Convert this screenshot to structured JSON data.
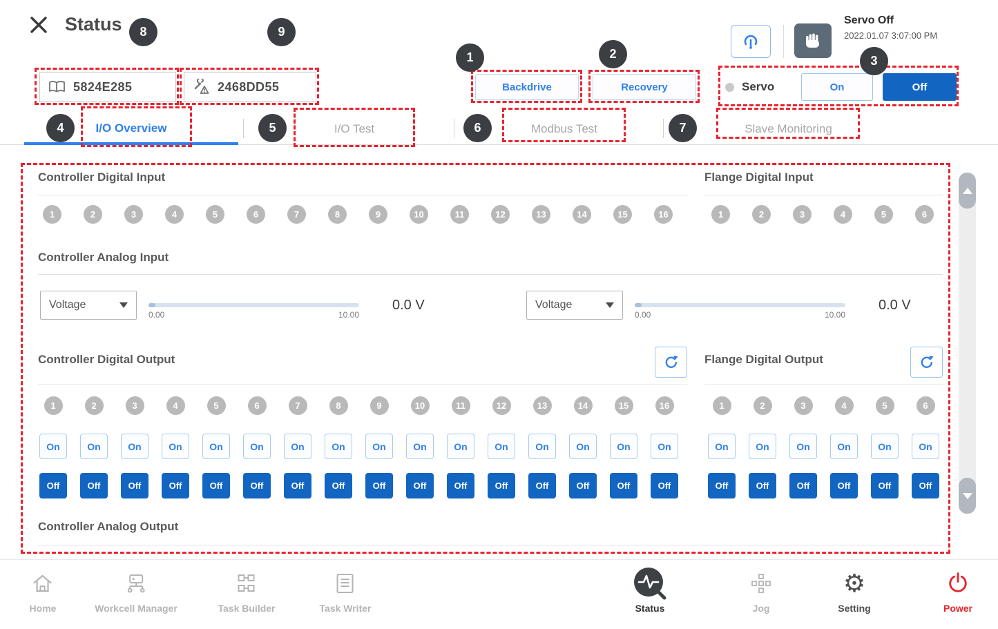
{
  "colors": {
    "accent": "#2f80ed",
    "accent_solid": "#1266c2",
    "anno": "#e8232e",
    "indicator": "#b9b9b9"
  },
  "header": {
    "title": "Status",
    "servo_state": "Servo Off",
    "timestamp": "2022.01.07 3:07:00 PM"
  },
  "toolbar": {
    "robot_serial": "5824E285",
    "tool_serial": "2468DD55",
    "backdrive": "Backdrive",
    "recovery": "Recovery",
    "servo": "Servo",
    "on": "On",
    "off": "Off"
  },
  "tabs": {
    "io_overview": "I/O Overview",
    "io_test": "I/O Test",
    "modbus_test": "Modbus Test",
    "slave_monitoring": "Slave Monitoring"
  },
  "annotations": {
    "n1": "1",
    "n2": "2",
    "n3": "3",
    "n4": "4",
    "n5": "5",
    "n6": "6",
    "n7": "7",
    "n8": "8",
    "n9": "9"
  },
  "io": {
    "on_label": "On",
    "off_label": "Off",
    "controller_digital_input": {
      "title": "Controller Digital Input",
      "channels": [
        "1",
        "2",
        "3",
        "4",
        "5",
        "6",
        "7",
        "8",
        "9",
        "10",
        "11",
        "12",
        "13",
        "14",
        "15",
        "16"
      ]
    },
    "flange_digital_input": {
      "title": "Flange Digital Input",
      "channels": [
        "1",
        "2",
        "3",
        "4",
        "5",
        "6"
      ]
    },
    "controller_analog_input": {
      "title": "Controller Analog Input",
      "groups": [
        {
          "mode": "Voltage",
          "min": "0.00",
          "max": "10.00",
          "value": "0.0 V"
        },
        {
          "mode": "Voltage",
          "min": "0.00",
          "max": "10.00",
          "value": "0.0 V"
        }
      ]
    },
    "controller_digital_output": {
      "title": "Controller Digital Output",
      "channels": [
        "1",
        "2",
        "3",
        "4",
        "5",
        "6",
        "7",
        "8",
        "9",
        "10",
        "11",
        "12",
        "13",
        "14",
        "15",
        "16"
      ]
    },
    "flange_digital_output": {
      "title": "Flange Digital Output",
      "channels": [
        "1",
        "2",
        "3",
        "4",
        "5",
        "6"
      ]
    },
    "controller_analog_output": {
      "title": "Controller Analog Output"
    }
  },
  "nav": {
    "items": [
      {
        "label": "Home",
        "active": false
      },
      {
        "label": "Workcell Manager",
        "active": false
      },
      {
        "label": "Task Builder",
        "active": false
      },
      {
        "label": "Task Writer",
        "active": false
      },
      {
        "label": "Status",
        "active": true
      },
      {
        "label": "Jog",
        "active": false
      },
      {
        "label": "Setting",
        "active": false
      },
      {
        "label": "Power",
        "active": false
      }
    ]
  }
}
